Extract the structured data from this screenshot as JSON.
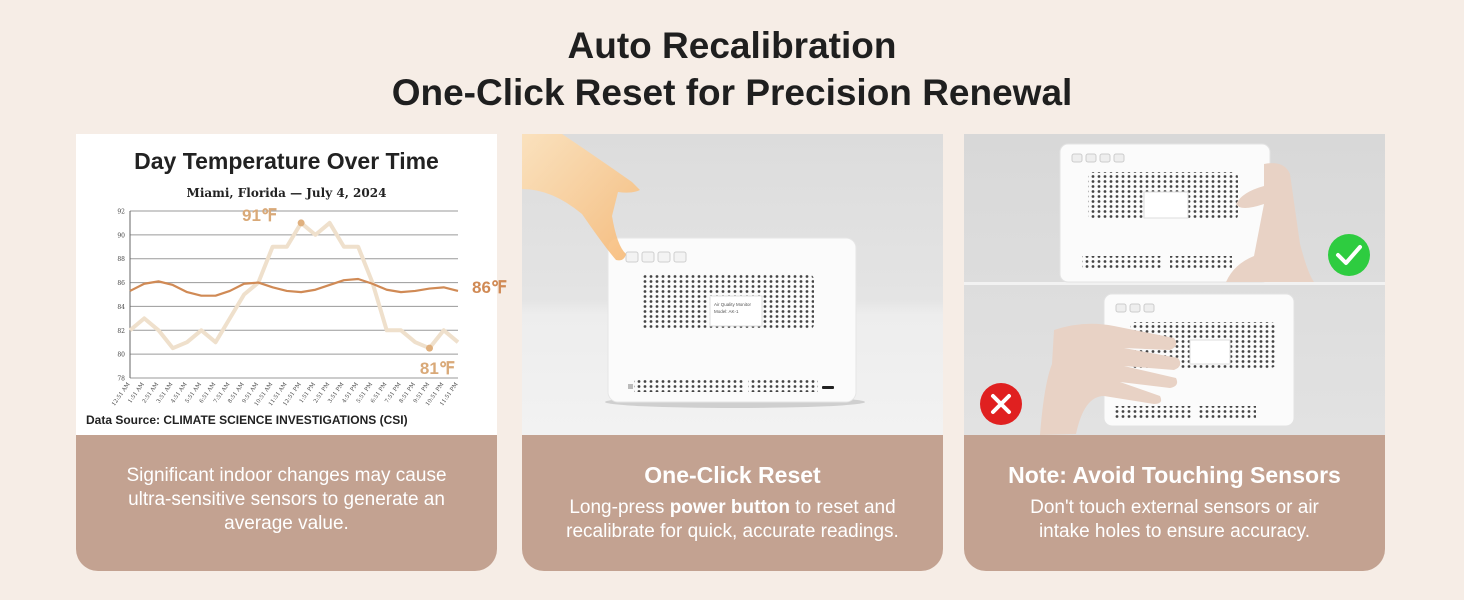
{
  "headline": {
    "line1": "Auto Recalibration",
    "line2": "One-Click Reset for Precision Renewal"
  },
  "colors": {
    "background": "#f6ede6",
    "caption_panel": "#c3a291",
    "series_line": "#d08a55",
    "highlight_line": "#efe0cc",
    "check_badge": "#2ecc40",
    "cross_badge": "#e02020"
  },
  "card1": {
    "chart_title": "Day Temperature Over Time",
    "chart_subtitle": "Miami, Florida — July 4, 2024",
    "source": "Data Source: CLIMATE SCIENCE INVESTIGATIONS (CSI)",
    "caption": "Significant indoor changes may cause ultra-sensitive sensors to generate an average value."
  },
  "card2": {
    "title": "One-Click Reset",
    "body_pre": "Long-press ",
    "body_bold": "power button",
    "body_post": " to reset and recalibrate for quick, accurate readings.",
    "device_label": [
      "Air Quality Monitor",
      "Model: AK-1"
    ]
  },
  "card3": {
    "title": "Note: Avoid Touching Sensors",
    "body": "Don't touch external sensors or air intake holes to ensure accuracy.",
    "top_photo_badge": "check-icon",
    "bottom_photo_badge": "cross-icon"
  },
  "chart_data": {
    "type": "line",
    "title": "Day Temperature Over Time",
    "subtitle": "Miami, Florida — July 4, 2024",
    "xlabel": "",
    "ylabel": "",
    "ylim": [
      78,
      92
    ],
    "yticks": [
      78,
      80,
      82,
      84,
      86,
      88,
      90,
      92
    ],
    "grid": true,
    "categories": [
      "12:51 AM",
      "1:51 AM",
      "2:51 AM",
      "3:51 AM",
      "4:51 AM",
      "5:51 AM",
      "6:51 AM",
      "7:51 AM",
      "8:51 AM",
      "9:51 AM",
      "10:51 AM",
      "11:51 AM",
      "12:51 PM",
      "1:51 PM",
      "2:51 PM",
      "3:51 PM",
      "4:51 PM",
      "5:51 PM",
      "6:51 PM",
      "7:51 PM",
      "8:51 PM",
      "9:51 PM",
      "10:51 PM",
      "11:51 PM"
    ],
    "series": [
      {
        "values": [
          82,
          83,
          82,
          80.5,
          81,
          82,
          81,
          83,
          85,
          86,
          89,
          89,
          91,
          90,
          91,
          89,
          89,
          86,
          82,
          82,
          81,
          80.5,
          82,
          81
        ]
      },
      {
        "values": [
          85.3,
          85.9,
          86.1,
          85.8,
          85.2,
          84.9,
          84.9,
          85.3,
          85.9,
          86.0,
          85.6,
          85.3,
          85.2,
          85.4,
          85.8,
          86.2,
          86.3,
          85.9,
          85.4,
          85.2,
          85.3,
          85.5,
          85.6,
          85.3
        ]
      }
    ],
    "annotations": [
      {
        "label": "91℉",
        "x": "12:51 PM",
        "y": 91
      },
      {
        "label": "86℉",
        "x": "11:51 PM",
        "y": 85.8
      },
      {
        "label": "81℉",
        "x": "9:51 PM",
        "y": 80.5
      }
    ]
  }
}
